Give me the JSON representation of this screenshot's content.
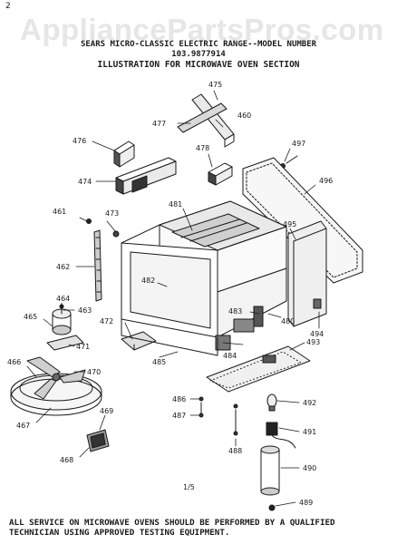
{
  "watermark": "AppliancePartsPros.com",
  "page_mark": "2",
  "header": {
    "line1": "SEARS MICRO-CLASSIC ELECTRIC RANGE--MODEL NUMBER",
    "line2": "103.9877914",
    "line3": "ILLUSTRATION FOR MICROWAVE OVEN SECTION"
  },
  "page_number": "1/5",
  "footer": {
    "line1": "ALL SERVICE ON MICROWAVE OVENS SHOULD BE PERFORMED BY A QUALIFIED",
    "line2": "TECHNICIAN USING APPROVED TESTING EQUIPMENT."
  },
  "part_numbers": {
    "p461": "461",
    "p462": "462",
    "p463": "463",
    "p464": "464",
    "p465": "465",
    "p466": "466",
    "p467": "467",
    "p468": "468",
    "p469": "469",
    "p470": "470",
    "p471": "471",
    "p472": "472",
    "p473": "473",
    "p474": "474",
    "p475": "475",
    "p476": "476",
    "p477": "477",
    "p478": "478",
    "p480": "480",
    "p481": "481",
    "p482": "482",
    "p483": "483",
    "p484": "484",
    "p485": "485",
    "p486": "486",
    "p487": "487",
    "p488": "488",
    "p489": "489",
    "p490": "490",
    "p491": "491",
    "p492": "492",
    "p493": "493",
    "p494": "494",
    "p495": "495",
    "p496": "496",
    "p497": "497",
    "p460": "460"
  }
}
